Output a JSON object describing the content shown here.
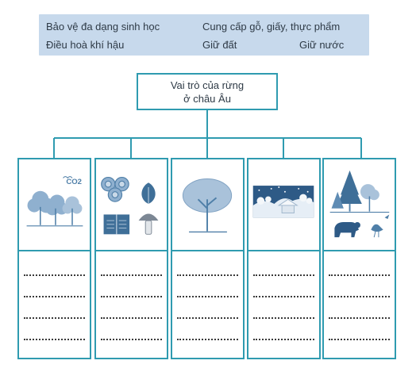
{
  "word_bank": {
    "options": [
      "Bảo vệ đa dạng sinh học",
      "Cung cấp gỗ, giấy, thực phẩm",
      "Điều hoà khí hậu",
      "Giữ đất",
      "Giữ nước"
    ]
  },
  "center_box": {
    "line1": "Vai trò của rừng",
    "line2": "ở châu Âu"
  },
  "cards": [
    {
      "image": "trees-co2-icon",
      "co2_label": "CO2"
    },
    {
      "image": "wood-food-book-icon"
    },
    {
      "image": "single-tree-icon"
    },
    {
      "image": "snow-landscape-icon"
    },
    {
      "image": "forest-animals-icon"
    }
  ],
  "colors": {
    "accent": "#2f9bb0",
    "bank_background": "#c7d9ec",
    "illustration": "#4f7fa8"
  }
}
